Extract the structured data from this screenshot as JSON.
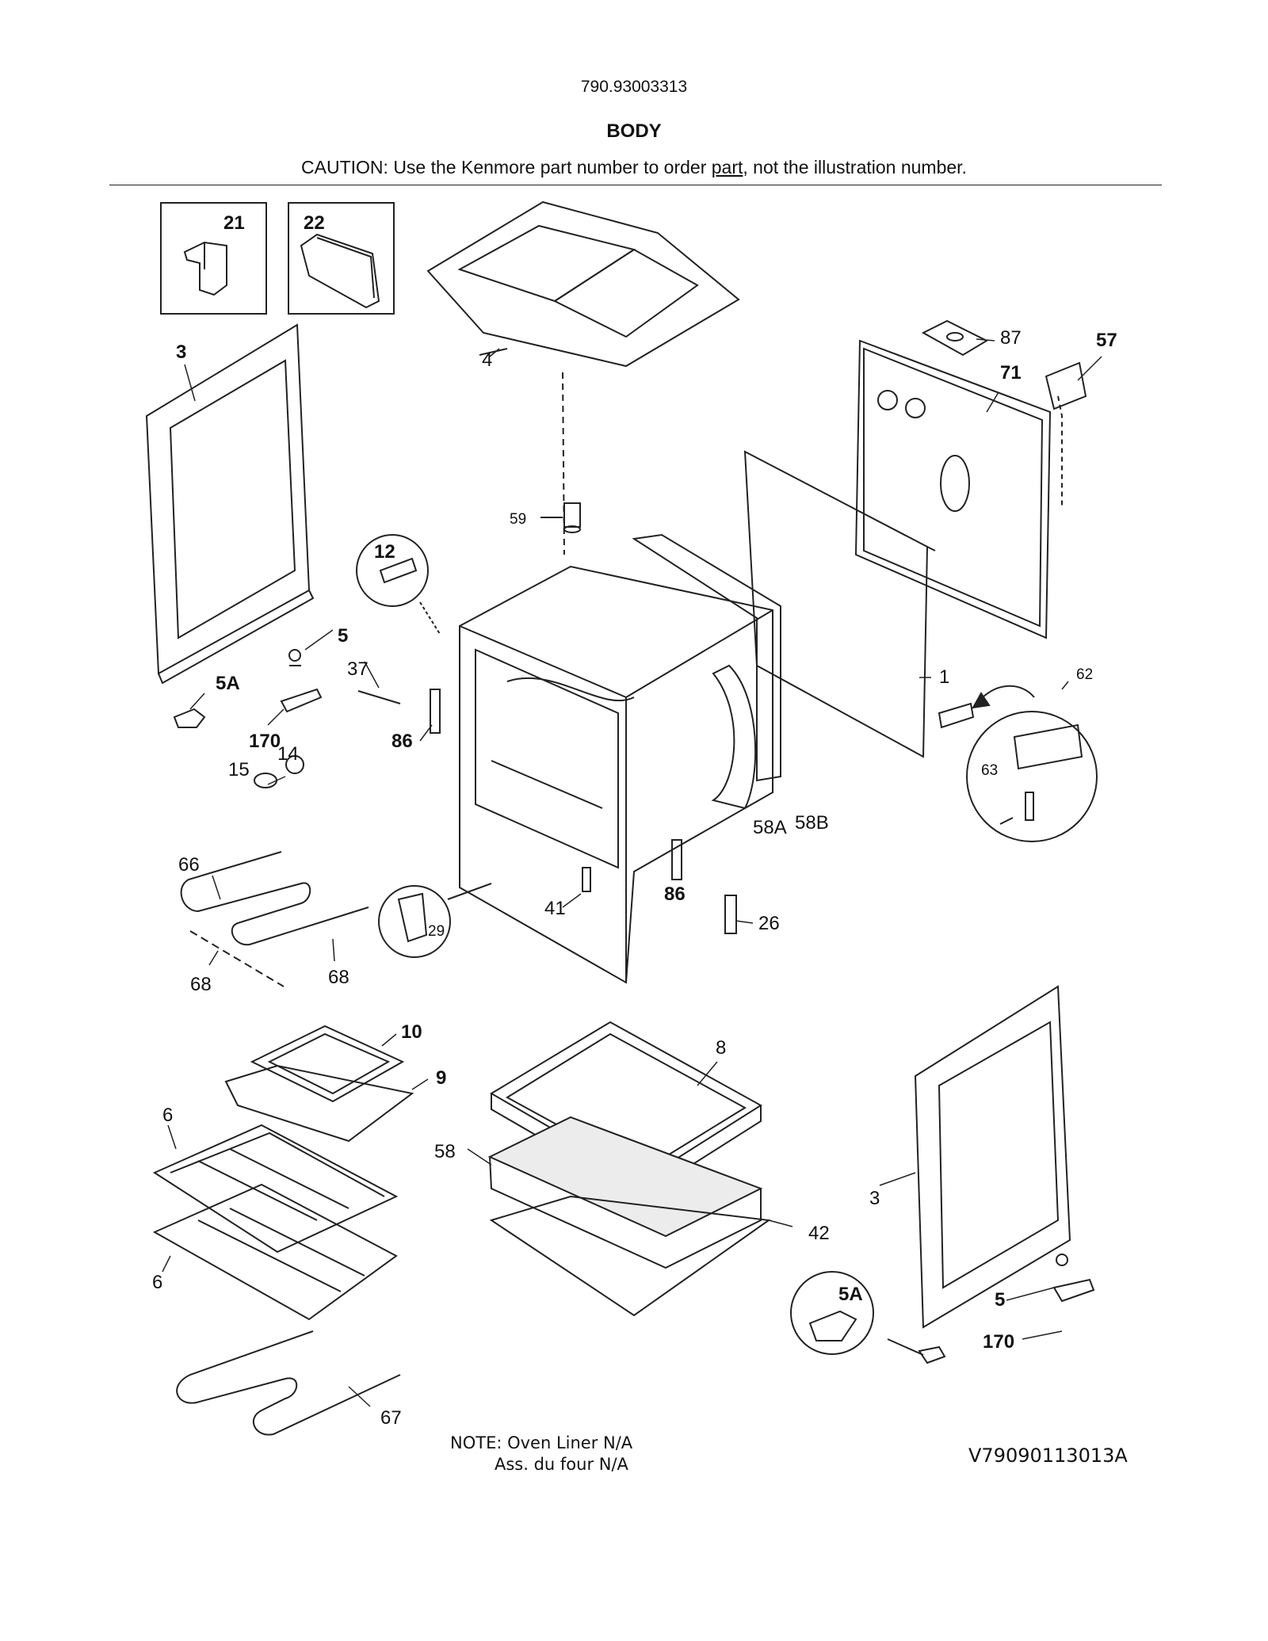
{
  "header": {
    "model_number": "790.93003313",
    "section_title": "BODY",
    "caution_prefix": "CAUTION: Use the Kenmore part number to order ",
    "caution_link": "part",
    "caution_suffix": ", not the illustration number."
  },
  "callouts": {
    "c1": "1",
    "c3a": "3",
    "c3b": "3",
    "c4": "4",
    "c5a": "5",
    "c5b": "5",
    "c5Aa": "5A",
    "c5Ab": "5A",
    "c6a": "6",
    "c6b": "6",
    "c8": "8",
    "c9": "9",
    "c10": "10",
    "c12": "12",
    "c14": "14",
    "c15": "15",
    "c21": "21",
    "c22": "22",
    "c26": "26",
    "c29": "29",
    "c37": "37",
    "c41": "41",
    "c42": "42",
    "c57": "57",
    "c58": "58",
    "c58A": "58A",
    "c58B": "58B",
    "c59": "59",
    "c62": "62",
    "c63": "63",
    "c66": "66",
    "c67": "67",
    "c68a": "68",
    "c68b": "68",
    "c71": "71",
    "c86a": "86",
    "c86b": "86",
    "c87": "87",
    "c170a": "170",
    "c170b": "170"
  },
  "notes": {
    "line1": "NOTE: Oven Liner N/A",
    "line2": "Ass. du four N/A"
  },
  "diagram_code": "V79090113013A"
}
